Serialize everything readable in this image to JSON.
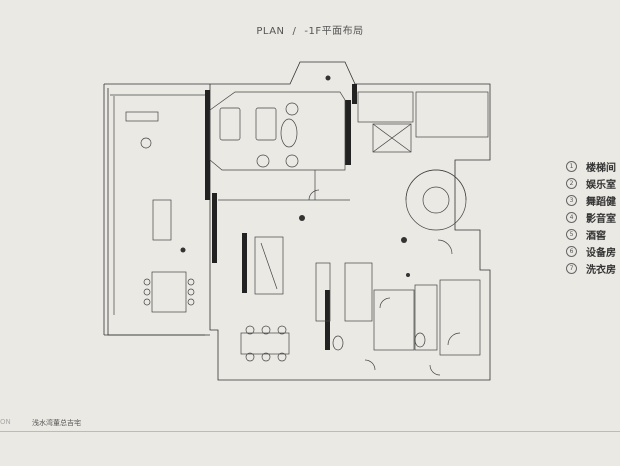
{
  "header": {
    "plan_label": "PLAN",
    "separator": "/",
    "floor_label": "-1F平面布局"
  },
  "legend": [
    {
      "num": "1",
      "label": "楼梯间"
    },
    {
      "num": "2",
      "label": "娱乐室"
    },
    {
      "num": "3",
      "label": "舞蹈健"
    },
    {
      "num": "4",
      "label": "影音室"
    },
    {
      "num": "5",
      "label": "酒窖"
    },
    {
      "num": "6",
      "label": "设备房"
    },
    {
      "num": "7",
      "label": "洗衣房"
    }
  ],
  "footer": {
    "left_text": "ON",
    "caption": "浅水湾董总吉宅"
  }
}
